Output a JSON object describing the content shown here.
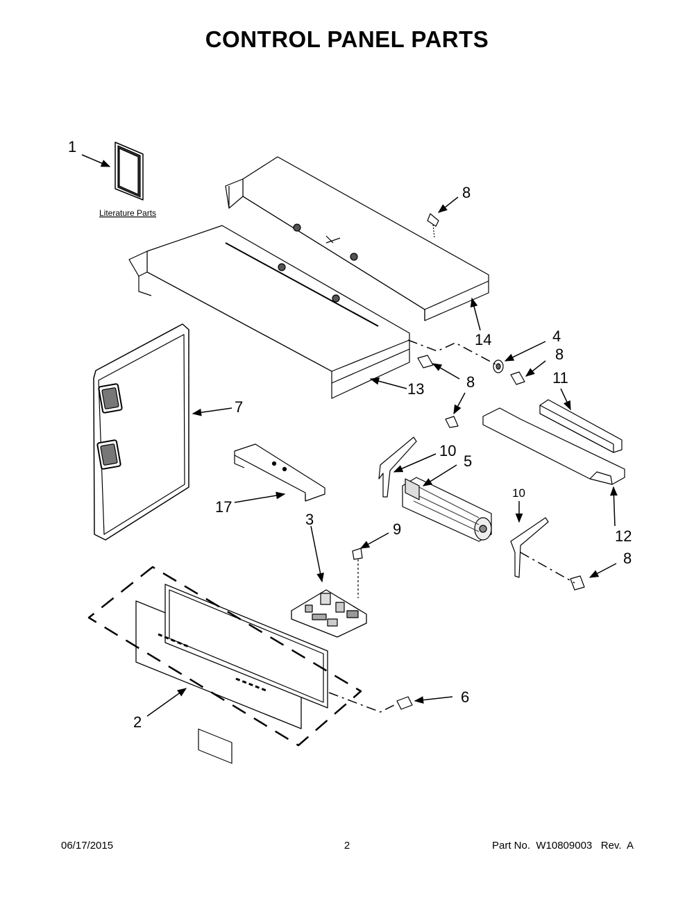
{
  "title": "CONTROL PANEL PARTS",
  "literature_label": "Literature Parts",
  "callouts": {
    "c1": "1",
    "c2": "2",
    "c3": "3",
    "c4": "4",
    "c5": "5",
    "c6": "6",
    "c7": "7",
    "c8a": "8",
    "c8b": "8",
    "c8c": "8",
    "c8d": "8",
    "c9": "9",
    "c10a": "10",
    "c10b": "10",
    "c11": "11",
    "c12": "12",
    "c13": "13",
    "c14": "14",
    "c17": "17"
  },
  "footer": {
    "date": "06/17/2015",
    "page": "2",
    "part_no": "Part No.  W10809003   Rev.  A"
  }
}
